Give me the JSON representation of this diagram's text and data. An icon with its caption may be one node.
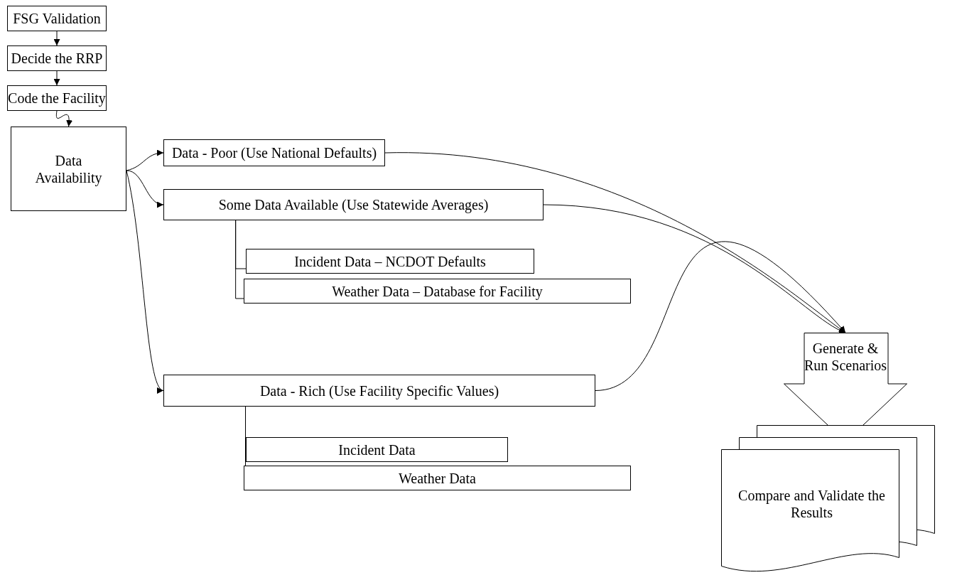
{
  "diagram": {
    "nodes": [
      {
        "text": [
          "FSG Validation"
        ]
      },
      {
        "text": [
          "Decide the RRP"
        ]
      },
      {
        "text": [
          "Code the Facility"
        ]
      },
      {
        "text": [
          "Data Availability"
        ]
      },
      {
        "text": [
          "Data - Poor (Use National Defaults)"
        ]
      },
      {
        "text": [
          "Some Data Available (Use Statewide Averages)"
        ]
      },
      {
        "text": [
          "Incident Data – NCDOT Defaults"
        ]
      },
      {
        "text": [
          "Weather Data – Database for Facility"
        ]
      },
      {
        "text": [
          "Data - Rich (Use Facility Specific Values)"
        ]
      },
      {
        "text": [
          "Incident Data"
        ]
      },
      {
        "text": [
          "Weather Data"
        ]
      },
      {
        "text": [
          "Generate & Run Scenarios"
        ]
      },
      {
        "text": [
          "Compare and Validate the Results"
        ]
      }
    ],
    "edges": [
      {
        "from": 0,
        "to": 1,
        "arrow": "to"
      },
      {
        "from": 1,
        "to": 2,
        "arrow": "to"
      },
      {
        "from": 2,
        "to": 3,
        "arrow": "to"
      },
      {
        "from": 3,
        "to": 4,
        "arrow": "to"
      },
      {
        "from": 3,
        "to": 5,
        "arrow": "to"
      },
      {
        "from": 5,
        "to": 6,
        "arrow": "none"
      },
      {
        "from": 5,
        "to": 7,
        "arrow": "none"
      },
      {
        "from": 3,
        "to": 8,
        "arrow": "to"
      },
      {
        "from": 8,
        "to": 9,
        "arrow": "none"
      },
      {
        "from": 8,
        "to": 10,
        "arrow": "none"
      },
      {
        "from": 4,
        "to": 11,
        "arrow": "to"
      },
      {
        "from": 5,
        "to": 11,
        "arrow": "to"
      },
      {
        "from": 8,
        "to": 11,
        "arrow": "to"
      }
    ]
  }
}
